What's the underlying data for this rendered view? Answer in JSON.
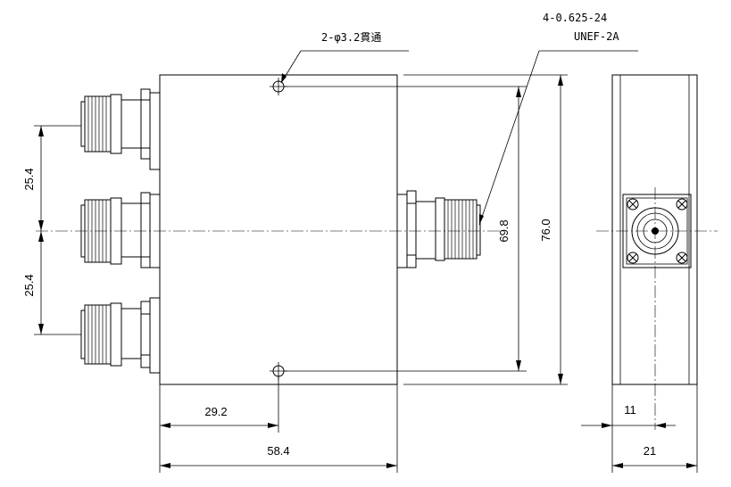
{
  "drawing": {
    "annotations": {
      "hole_note": "2-φ3.2貫通",
      "thread_note_line1": "4-0.625-24",
      "thread_note_line2": "UNEF-2A"
    },
    "dimensions": {
      "pitch_top": "25.4",
      "pitch_bottom": "25.4",
      "hole_spacing": "69.8",
      "body_height": "76.0",
      "hole_offset": "29.2",
      "body_width": "58.4",
      "side_offset": "11",
      "side_width": "21"
    },
    "colors": {
      "line": "#000000",
      "background": "#ffffff"
    }
  }
}
